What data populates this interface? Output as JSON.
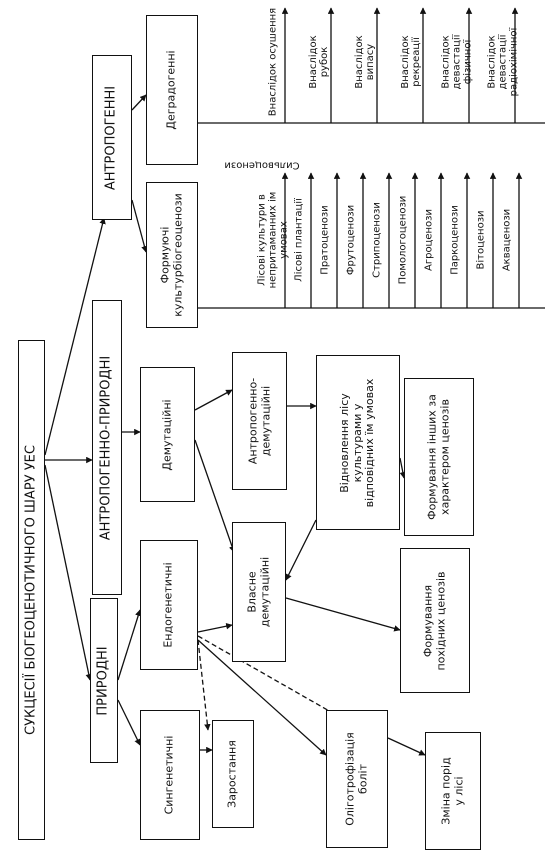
{
  "root": "СУКЦЕСІЇ БІОГЕОЦЕНОТИЧНОГО ШАРУ УЕС",
  "categories": {
    "anthropogenic": "АНТРОПОГЕННІ",
    "anthropo_natural": "АНТРОПОГЕННО-ПРИРОДНІ",
    "natural": "ПРИРОДНІ"
  },
  "nodes": {
    "degradogenic": "Деградогенні",
    "culture": "Формуючі\nкультурбіогеоценози",
    "demutational": "Демутаційні",
    "anthropo_demut": "Антропогенно-\nдемутаційні",
    "restoration": "Відновлення лісу\nкультурами у\nвідповідних їм умовах",
    "formation_other": "Формування інших за\nхарактером ценозів",
    "endogenetic": "Ендогенетичні",
    "own_demut": "Власне\nдемутаційні",
    "formation_derived": "Формування\nпохідних ценозів",
    "syngenetic": "Сингенетичні",
    "overgrowing": "Заростання",
    "oligotrophication": "Оліготрофізація\nболіт",
    "species_change": "Зміна порід\nу лісі"
  },
  "degradogenic_leaves": [
    "Внаслідок осушення",
    "Внаслідок\nрубок",
    "Внаслідок\nвипасу",
    "Внаслідок\nрекреації",
    "Внаслідок\nдевастації\nфізичної",
    "Внаслідок\nдевастації\nрадіохімічної"
  ],
  "culture_leaves": [
    "Лісові культури в\nнепритаманних ім\nумовах",
    "Лісові плантації",
    "Пратоценози",
    "Фрутоценози",
    "Стрипоценози",
    "Помологоценози",
    "Агроценози",
    "Паркоценози",
    "Вітоценози",
    "Акваценози"
  ],
  "culture_extra": "Сильвоценози"
}
